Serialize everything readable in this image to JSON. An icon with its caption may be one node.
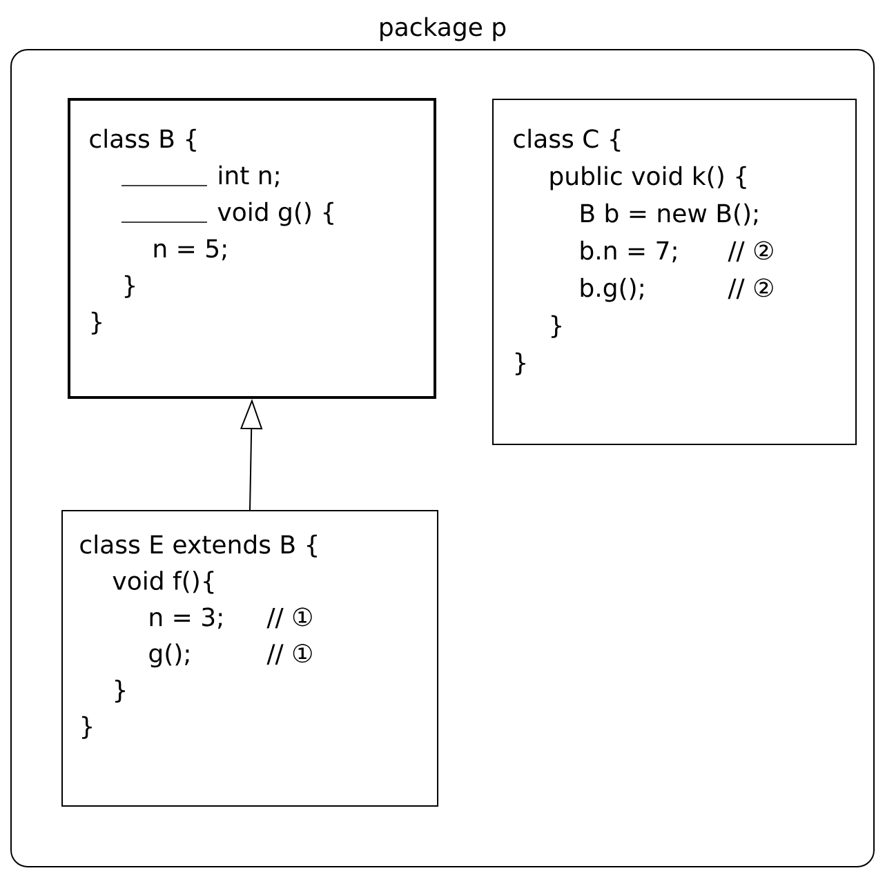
{
  "diagram": {
    "nodes": [
      {
        "text": [
          "package p"
        ]
      },
      {
        "text": [
          "class B {",
          "int n;",
          "void g() {",
          "n = 5;",
          "}",
          "}"
        ],
        "in": 0
      },
      {
        "text": [
          "class C {",
          "public void k() {",
          "B b = new B();",
          "b.n = 7;",
          "// ②",
          "b.g();",
          "// ②",
          "}",
          "}"
        ],
        "in": 0
      },
      {
        "text": [
          "class E extends B {",
          "void f(){",
          "n = 3;",
          "// ①",
          "g();",
          "// ①",
          "}",
          "}"
        ],
        "in": 0
      }
    ],
    "edges": [
      {
        "from": 3,
        "to": 1,
        "arrow": "to"
      }
    ]
  }
}
